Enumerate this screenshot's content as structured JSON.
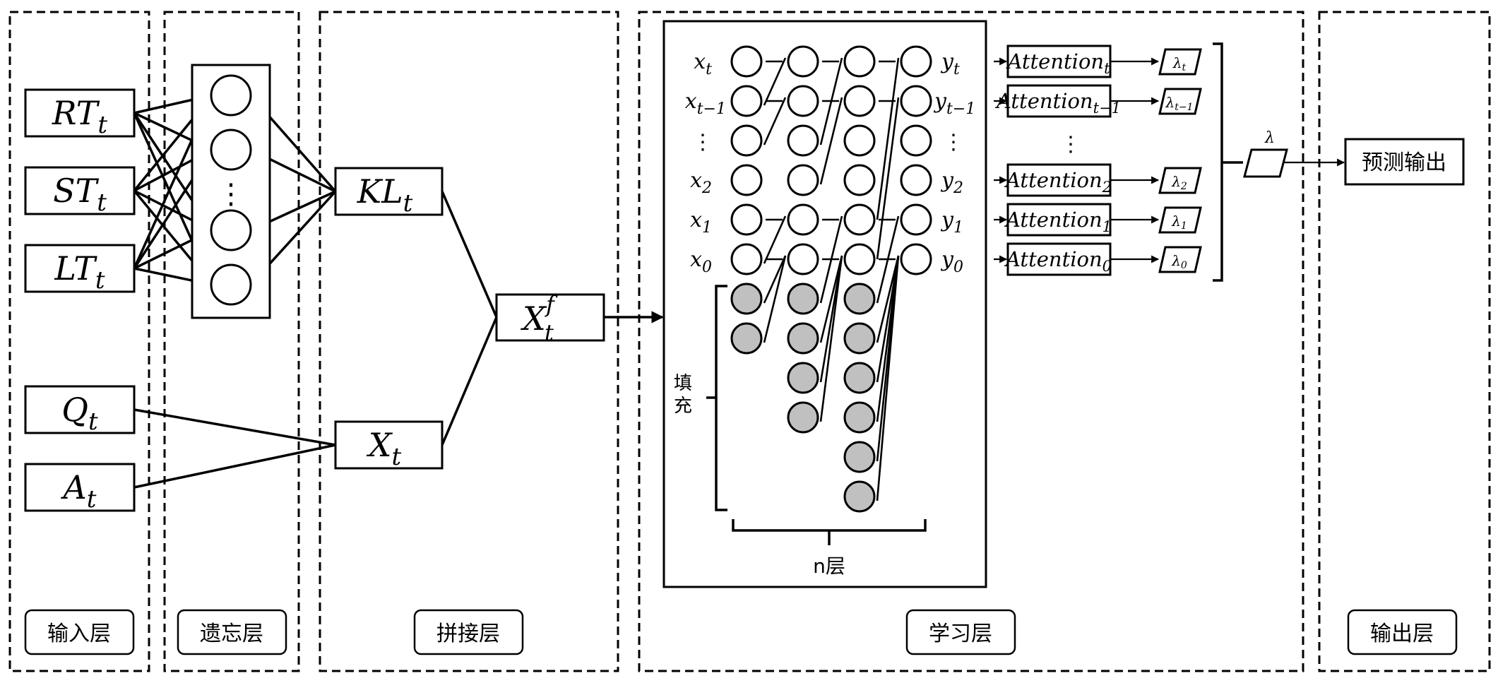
{
  "sections": {
    "input": "输入层",
    "forget": "遗忘层",
    "concat": "拼接层",
    "learn": "学习层",
    "output": "输出层"
  },
  "inputs": {
    "rt": {
      "base": "RT",
      "sub": "t"
    },
    "st": {
      "base": "ST",
      "sub": "t"
    },
    "lt": {
      "base": "LT",
      "sub": "t"
    },
    "q": {
      "base": "Q",
      "sub": "t"
    },
    "a": {
      "base": "A",
      "sub": "t"
    }
  },
  "forget_dots": "⋮",
  "kl": {
    "base": "KL",
    "sub": "t"
  },
  "x": {
    "base": "X",
    "sub": "t"
  },
  "xf": {
    "base": "X",
    "sub": "t",
    "sup": "f"
  },
  "x_labels": [
    {
      "base": "x",
      "sub": "t"
    },
    {
      "base": "x",
      "sub": "t−1"
    },
    {
      "base": "⋮",
      "sub": ""
    },
    {
      "base": "x",
      "sub": "2"
    },
    {
      "base": "x",
      "sub": "1"
    },
    {
      "base": "x",
      "sub": "0"
    }
  ],
  "y_labels": [
    {
      "base": "y",
      "sub": "t"
    },
    {
      "base": "y",
      "sub": "t−1"
    },
    {
      "base": "⋮",
      "sub": ""
    },
    {
      "base": "y",
      "sub": "2"
    },
    {
      "base": "y",
      "sub": "1"
    },
    {
      "base": "y",
      "sub": "0"
    }
  ],
  "padding_label": [
    "填",
    "充"
  ],
  "n_layers_label": "n层",
  "attention": [
    {
      "base": "Attention",
      "sub": "t"
    },
    {
      "base": "Attention",
      "sub": "t−1"
    },
    {
      "base": "Attention",
      "sub": "2"
    },
    {
      "base": "Attention",
      "sub": "1"
    },
    {
      "base": "Attention",
      "sub": "0"
    }
  ],
  "attention_dots": "⋮",
  "lambdas": [
    {
      "base": "λ",
      "sub": "t"
    },
    {
      "base": "λ",
      "sub": "t−1"
    },
    {
      "base": "λ",
      "sub": "2"
    },
    {
      "base": "λ",
      "sub": "1"
    },
    {
      "base": "λ",
      "sub": "0"
    }
  ],
  "lambda_total": "λ",
  "output_label": "预测输出"
}
